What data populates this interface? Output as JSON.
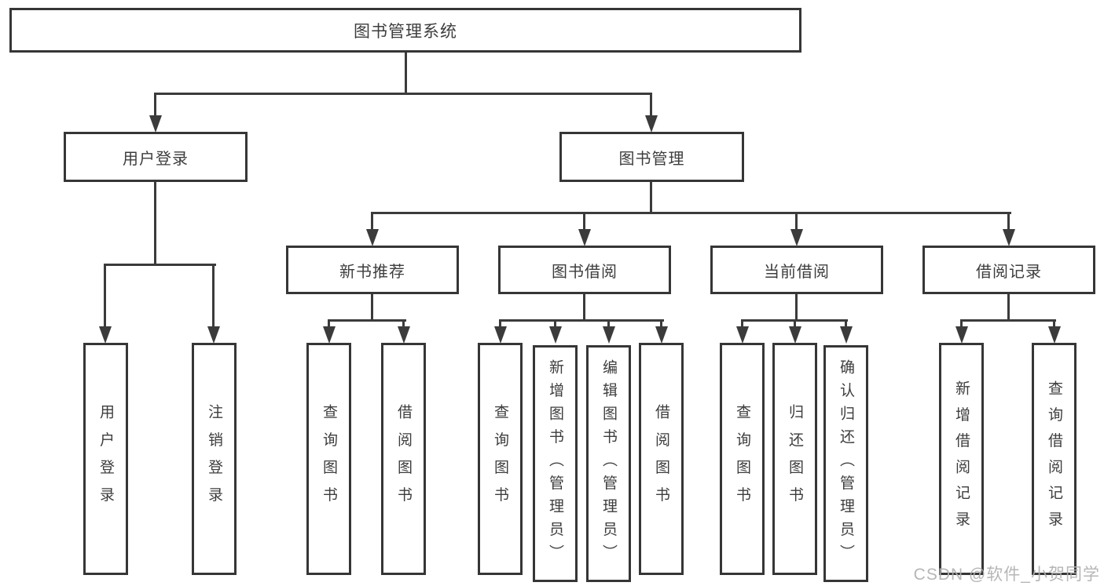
{
  "tree": {
    "label": "图书管理系统",
    "children": [
      {
        "label": "用户登录",
        "children": [
          {
            "label": "用户登录"
          },
          {
            "label": "注销登录"
          }
        ]
      },
      {
        "label": "图书管理",
        "children": [
          {
            "label": "新书推荐",
            "children": [
              {
                "label": "查询图书"
              },
              {
                "label": "借阅图书"
              }
            ]
          },
          {
            "label": "图书借阅",
            "children": [
              {
                "label": "查询图书"
              },
              {
                "label": "新增图书（管理员）"
              },
              {
                "label": "编辑图书（管理员）"
              },
              {
                "label": "借阅图书"
              }
            ]
          },
          {
            "label": "当前借阅",
            "children": [
              {
                "label": "查询图书"
              },
              {
                "label": "归还图书"
              },
              {
                "label": "确认归还（管理员）"
              }
            ]
          },
          {
            "label": "借阅记录",
            "children": [
              {
                "label": "新增借阅记录"
              },
              {
                "label": "查询借阅记录"
              }
            ]
          }
        ]
      }
    ]
  },
  "watermark": {
    "text": "CSDN @软件_小贺同学"
  },
  "colors": {
    "background": "#ffffff",
    "line": "#3b3b3b",
    "box_border": "#363636",
    "text": "#3d3d3d",
    "watermark": "#b0b0b0"
  }
}
